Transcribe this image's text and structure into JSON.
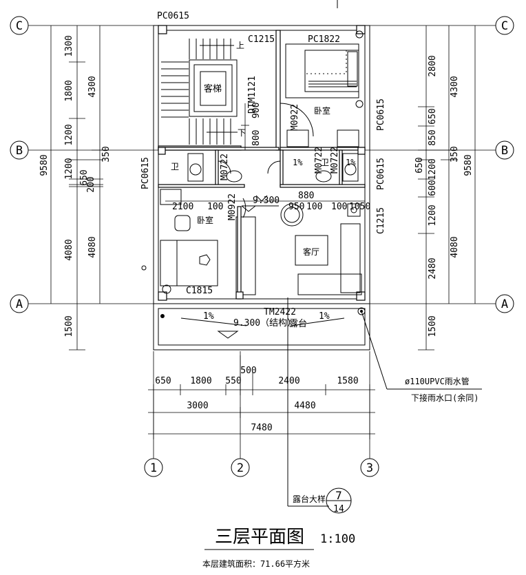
{
  "axes": {
    "row_left": [
      "C",
      "B",
      "A"
    ],
    "row_right": [
      "C",
      "B",
      "A"
    ],
    "col": [
      "1",
      "2",
      "3"
    ]
  },
  "dims_left_inner": [
    "1300",
    "1800",
    "1200",
    "1200",
    "650",
    "200",
    "4080",
    "1500"
  ],
  "dims_left_outer": [
    "4300",
    "4080",
    "9580"
  ],
  "dims_left_small": "350",
  "dims_right_inner": [
    "2800",
    "650",
    "850",
    "1200",
    "600",
    "1200",
    "2480",
    "1500"
  ],
  "dims_right_outer": [
    "4300",
    "9580",
    "4080"
  ],
  "dims_right_small": [
    "350",
    "650"
  ],
  "dims_bottom_row1": [
    "650",
    "1800",
    "550",
    "500",
    "2400",
    "1580"
  ],
  "dims_bottom_row2": [
    "3000",
    "4480"
  ],
  "dims_bottom_total": "7480",
  "windows": {
    "pc0615_top": "PC0615",
    "c1215_top": "C1215",
    "pc1822": "PC1822",
    "pc0615_left": "PC0615",
    "pc0615_right_top": "PC0615",
    "pc0615_right_mid": "PC0615",
    "c1215_right": "C1215",
    "c1815": "C1815",
    "tm2422": "TM2422"
  },
  "doors": {
    "dtm1121": "DTM1121",
    "m0922_top": "M0922",
    "m0722_a": "M0722",
    "m0722_b": "M0722",
    "m0722_c": "M0722",
    "m0922_left": "M0922"
  },
  "rooms": {
    "stair": "客梯",
    "up": "上",
    "down": "下",
    "bedroom_top": "卧室",
    "bath_left": "卫",
    "bath_right": "卫",
    "bedroom_left": "卧室",
    "living": "客厅",
    "terrace": "露台"
  },
  "interior_dims": {
    "d900": "900",
    "d800": "800",
    "d2100": "2100",
    "d100a": "100",
    "d950": "950",
    "d100b": "100",
    "d100c": "100",
    "d1050": "1050",
    "d880": "880"
  },
  "elevations": {
    "floor": "9.300",
    "terrace": "9.300（结构）"
  },
  "slopes": [
    "1%",
    "1%",
    "1%",
    "1%",
    "1%"
  ],
  "pipe_note": {
    "line1": "ø110UPVC雨水管",
    "line2": "下接雨水口(余同)"
  },
  "detail": {
    "label": "露台大样",
    "number": "7",
    "sheet": "14"
  },
  "title": {
    "main": "三层平面图",
    "scale": "1:100",
    "area": "本层建筑面积：71.66平方米"
  }
}
